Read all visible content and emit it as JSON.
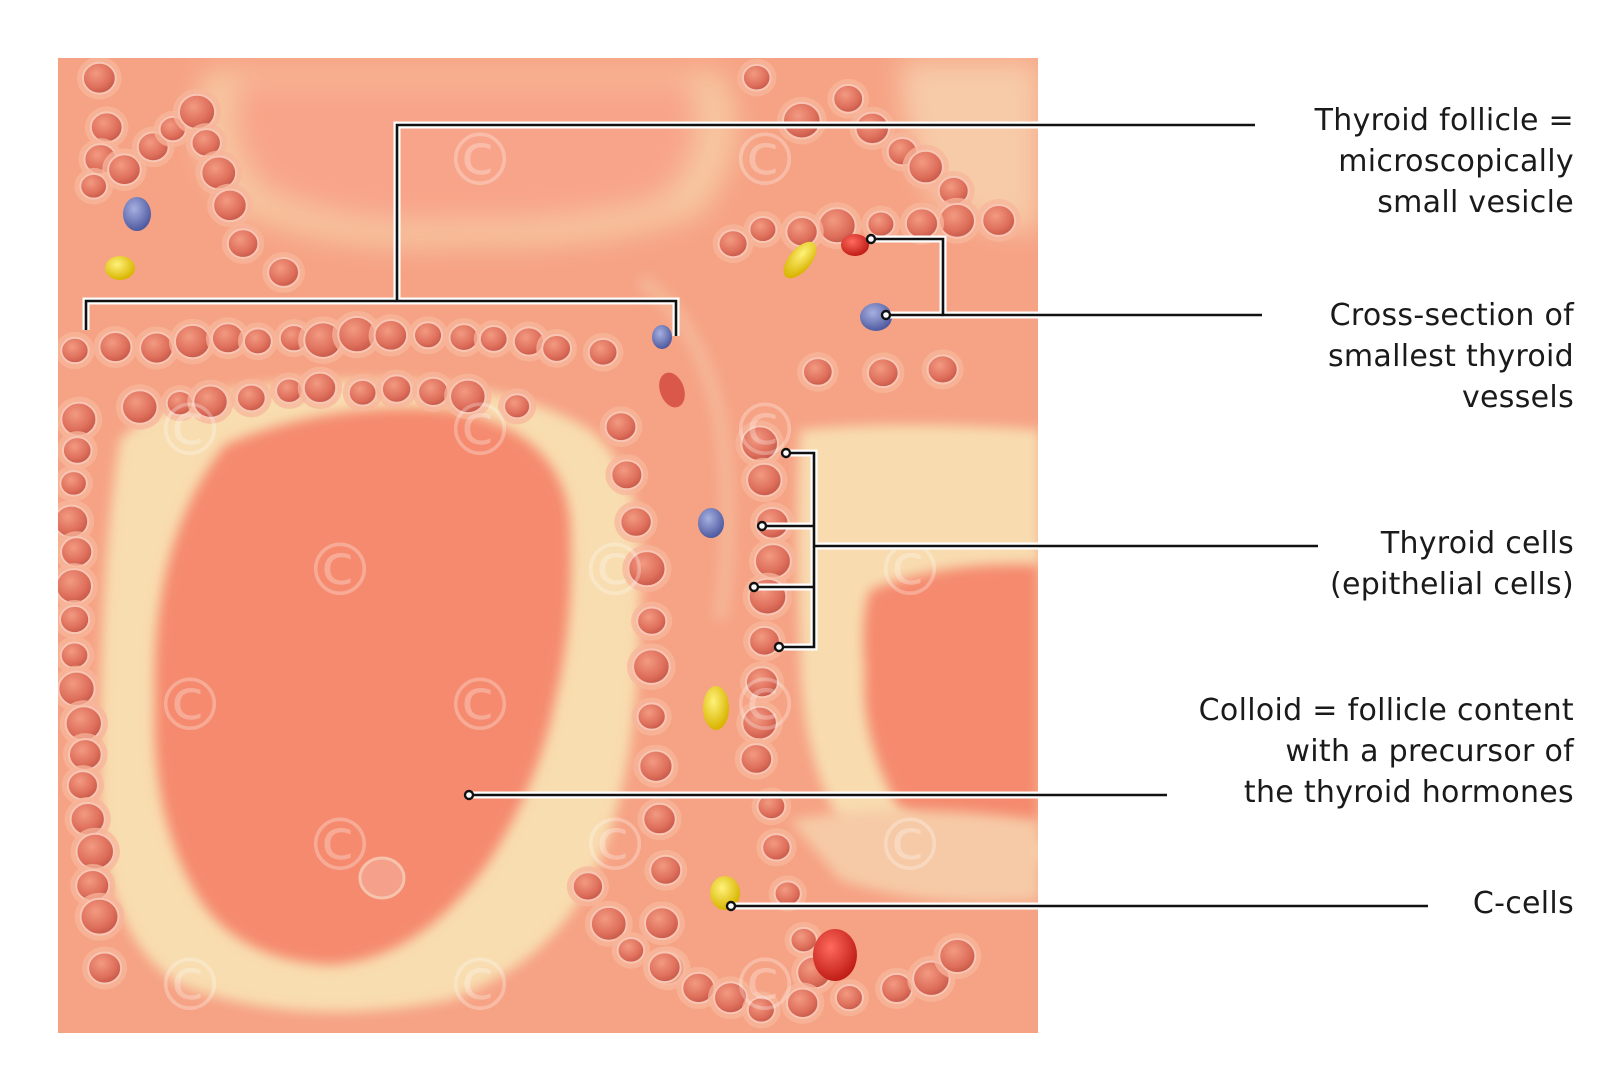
{
  "labels": {
    "follicle": [
      "Thyroid follicle =",
      "microscopically",
      "small vesicle"
    ],
    "vessels": [
      "Cross-section of",
      "smallest thyroid",
      "vessels"
    ],
    "thyroid_cells": [
      "Thyroid cells",
      "(epithelial cells)"
    ],
    "colloid": [
      "Colloid = follicle content",
      "with a precursor of",
      "the thyroid hormones"
    ],
    "c_cells": [
      "C-cells"
    ]
  },
  "watermark": "©",
  "colors": {
    "tissue_base": "#f6a284",
    "colloid": "#f58a6e",
    "pale_zone": "#f7dcae",
    "leader_line": "#111111",
    "nucleus": "#e07a67",
    "blue_marker": "#6f79b8",
    "yellow_marker": "#f0d020",
    "red_marker": "#e8332b"
  }
}
